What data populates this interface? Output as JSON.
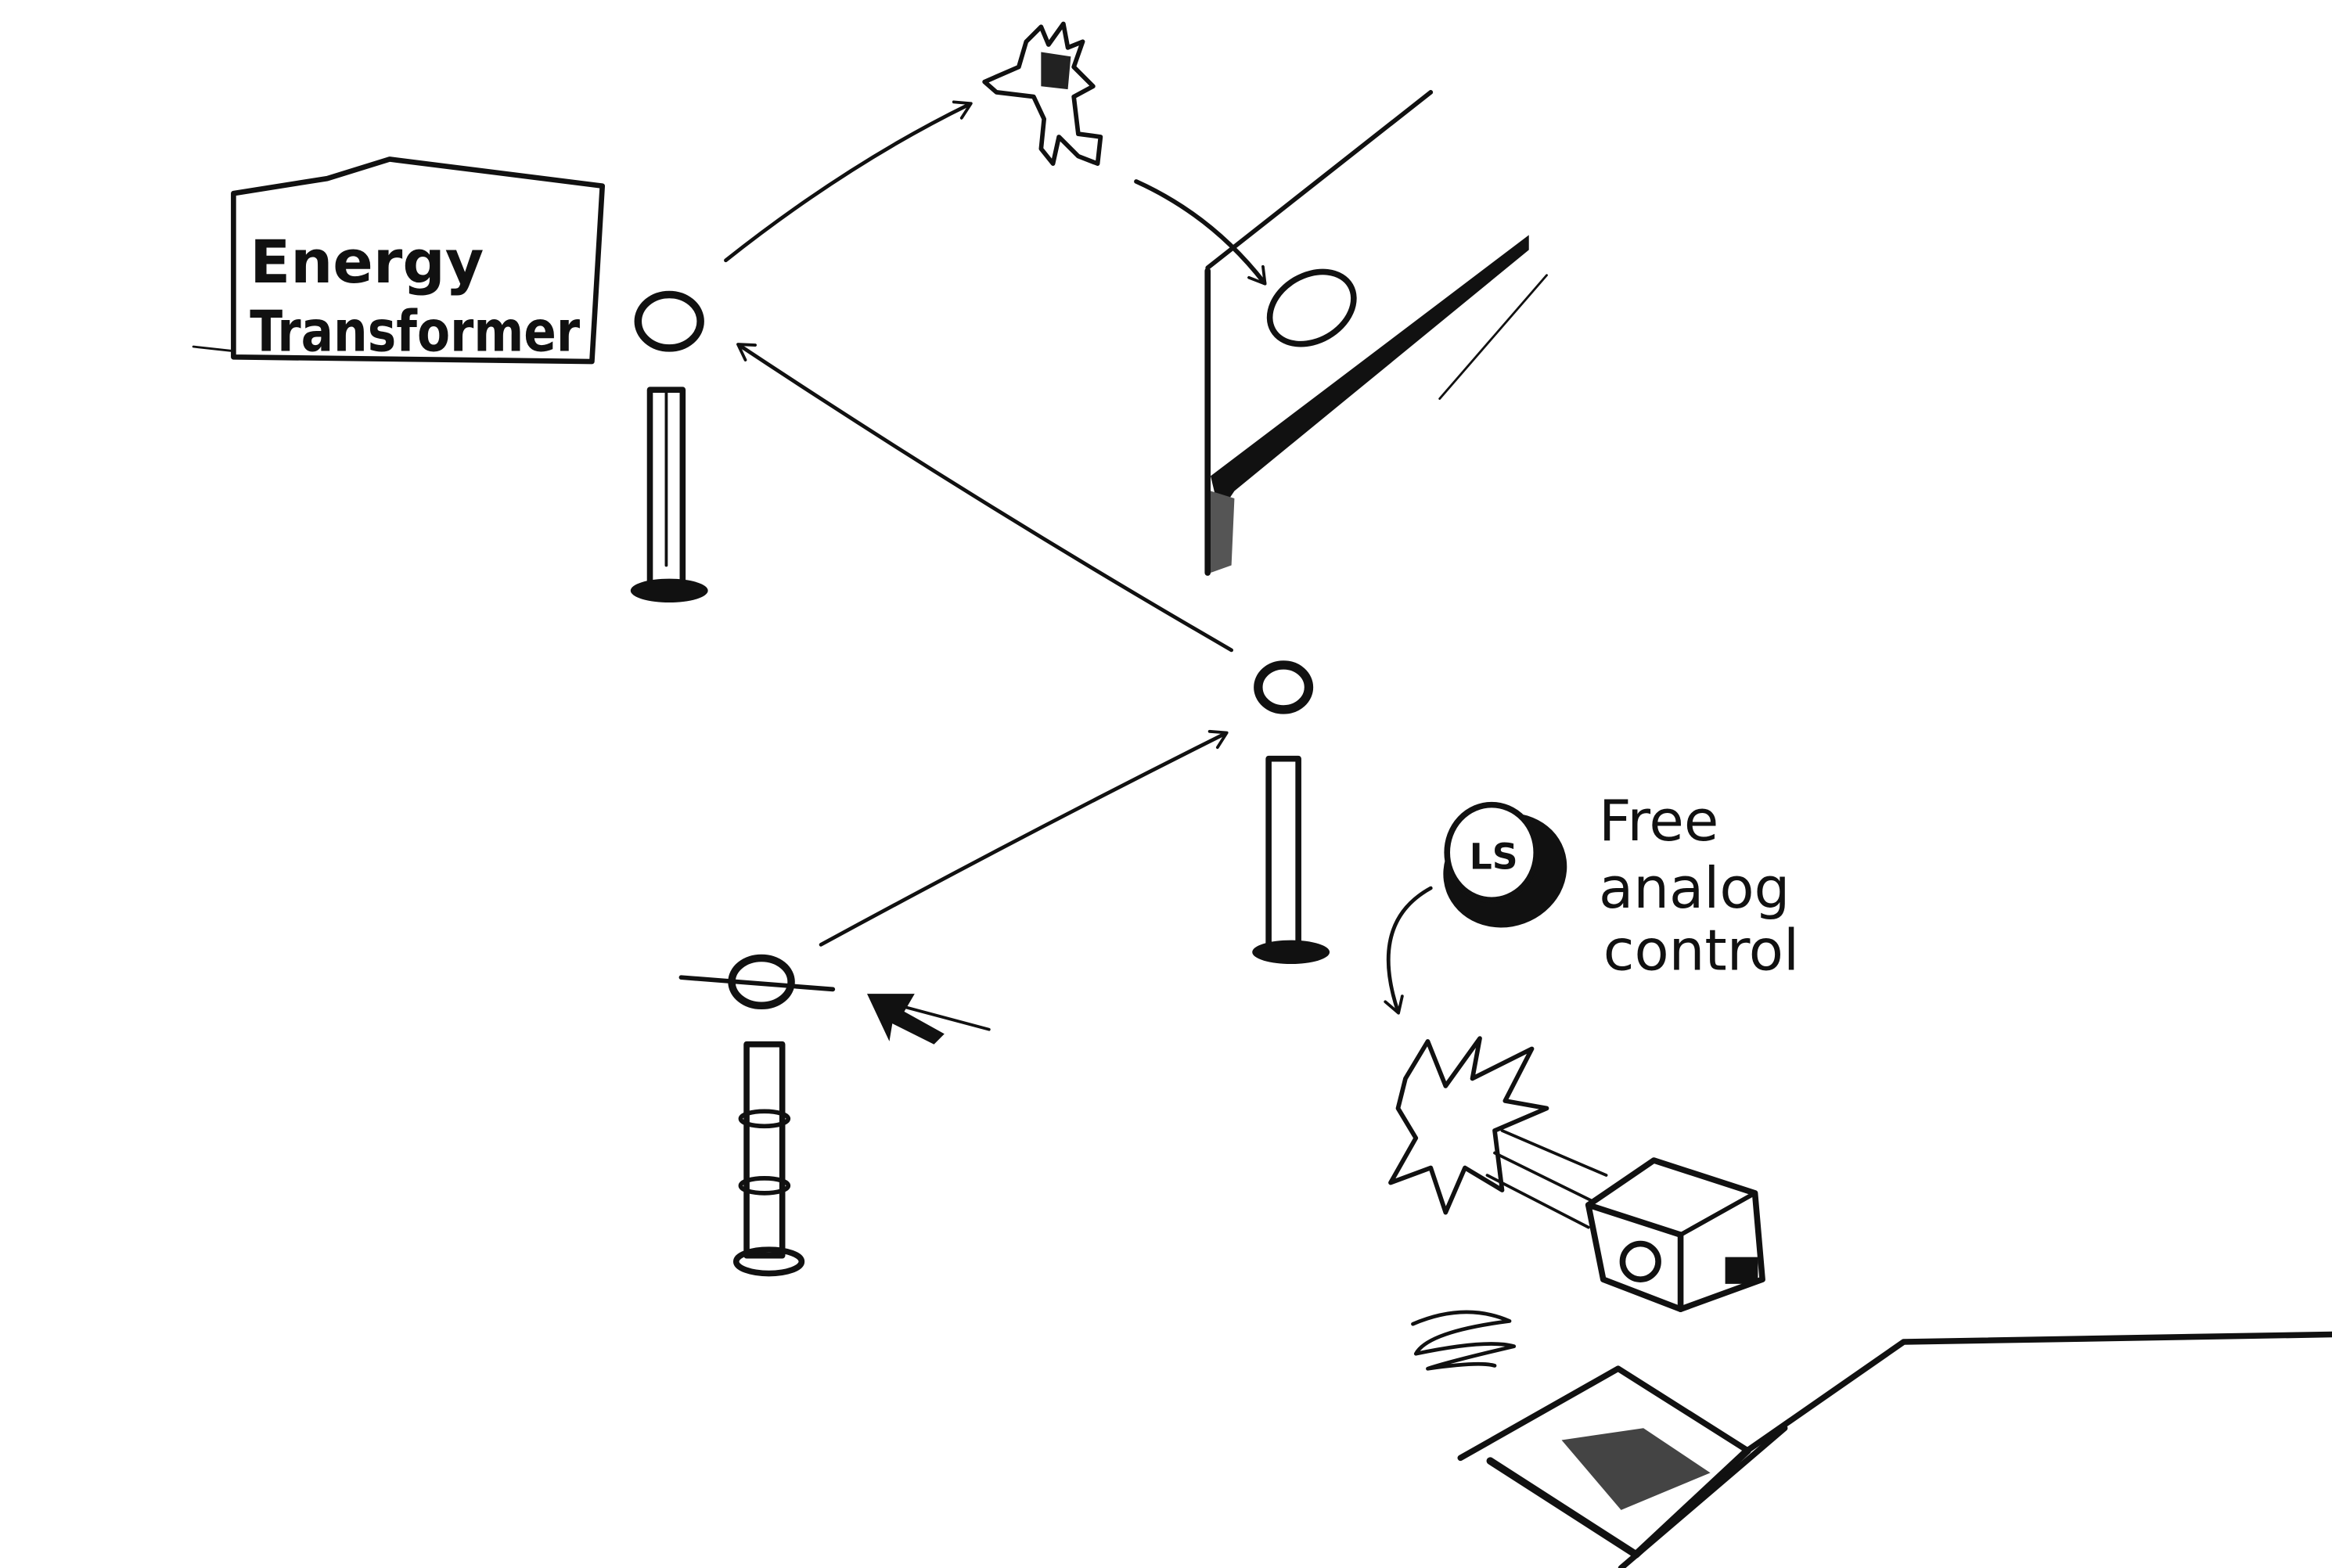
{
  "sketch": {
    "sign": {
      "line1": "Energy",
      "line2": "Transformer"
    },
    "button": {
      "glyph": "LS"
    },
    "annotation": {
      "line1": "Free",
      "line2": "analog",
      "line3": "control"
    }
  },
  "colors": {
    "ink": "#111111",
    "paper": "#ffffff"
  }
}
